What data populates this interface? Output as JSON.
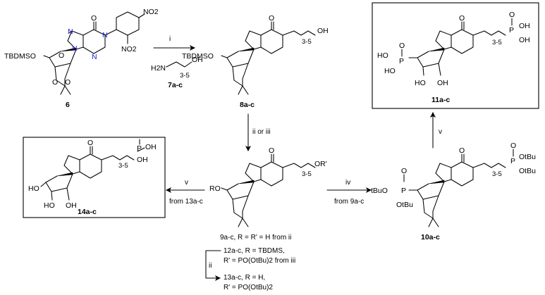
{
  "compounds": {
    "c6": "6",
    "c7": "7a-c",
    "c8": "8a-c",
    "c9": "9a-c",
    "c10": "10a-c",
    "c11": "11a-c",
    "c14": "14a-c"
  },
  "reagents": {
    "step_i": "i",
    "step_ii_iii": "ii or iii",
    "step_iv": "iv",
    "step_v_top": "v",
    "step_v_left": "v",
    "step_ii_bottom": "ii",
    "from_9": "from 9a-c",
    "from_13": "from 13a-c"
  },
  "notes": {
    "note_9": "9a-c, R = R' = H from ii",
    "note_12a": "12a-c, R = TBDMS,",
    "note_12b": "R' = PO(OtBu)2 from iii",
    "note_13a": "13a-c, R = H,",
    "note_13b": "R' = PO(OtBu)2"
  },
  "atoms": {
    "tbdms": "TBDMSO",
    "ro": "RO",
    "ho": "HO",
    "oh": "OH",
    "o": "O",
    "n": "N",
    "p": "P",
    "no2": "NO2",
    "h2n": "H2N",
    "chain": "3-5",
    "tbuo": "tBuO",
    "otbu": "OtBu",
    "orp": "OR'"
  }
}
